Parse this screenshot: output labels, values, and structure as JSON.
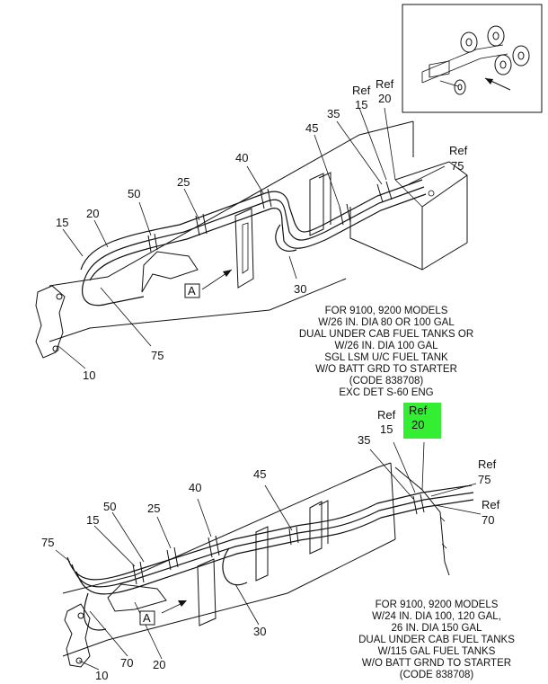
{
  "top": {
    "callouts": {
      "ref15_a": "Ref",
      "ref15_b": "15",
      "ref20_a": "Ref",
      "ref20_b": "20",
      "ref75_a": "Ref",
      "ref75_b": "75",
      "c35": "35",
      "c45": "45",
      "c40": "40",
      "c25": "25",
      "c50": "50",
      "c20": "20",
      "c15": "15",
      "c30": "30",
      "c75": "75",
      "c10": "10",
      "view": "A"
    },
    "note": [
      "FOR 9100, 9200 MODELS",
      "W/26 IN. DIA 80 OR 100 GAL",
      "DUAL UNDER CAB FUEL TANKS OR",
      "W/26 IN. DIA 100 GAL",
      "SGL LSM U/C FUEL TANK",
      "W/O BATT GRD TO STARTER",
      "(CODE 838708)",
      "EXC DET S-60 ENG"
    ]
  },
  "bottom": {
    "callouts": {
      "ref15_a": "Ref",
      "ref15_b": "15",
      "ref20_a": "Ref",
      "ref20_b": "20",
      "ref75_a": "Ref",
      "ref75_b": "75",
      "ref70_a": "Ref",
      "ref70_b": "70",
      "c35": "35",
      "c45": "45",
      "c40": "40",
      "c25": "25",
      "c50": "50",
      "c15": "15",
      "c75": "75",
      "c70": "70",
      "c20": "20",
      "c30": "30",
      "c10": "10",
      "view": "A"
    },
    "note": [
      "FOR 9100, 9200 MODELS",
      "W/24 IN. DIA 100, 120 GAL,",
      "26 IN. DIA 150 GAL",
      "DUAL UNDER CAB FUEL TANKS",
      "W/115 GAL FUEL TANKS",
      "W/O BATT GRND TO STARTER",
      "(CODE 838708)"
    ]
  },
  "colors": {
    "highlight": "#33ee33",
    "line": "#111111"
  }
}
